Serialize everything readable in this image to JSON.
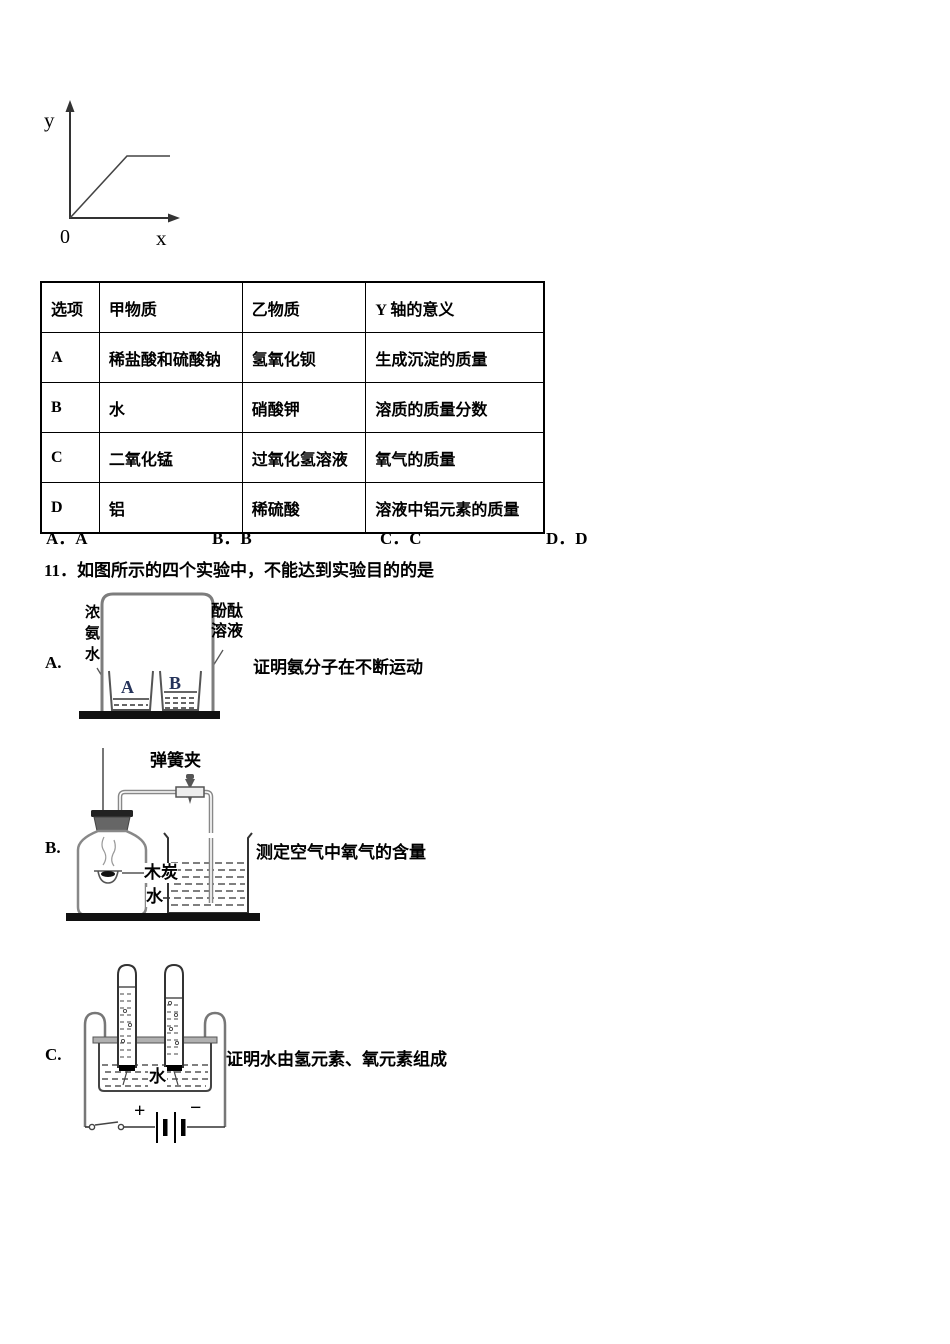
{
  "graph": {
    "y_axis_label": "y",
    "x_axis_label": "x",
    "origin_label": "0",
    "shape": "line rises linearly from origin then plateaus horizontally"
  },
  "table": {
    "headers": [
      "选项",
      "甲物质",
      "乙物质",
      "Y 轴的意义"
    ],
    "rows": [
      [
        "A",
        "稀盐酸和硫酸钠",
        "氢氧化钡",
        "生成沉淀的质量"
      ],
      [
        "B",
        "水",
        "硝酸钾",
        "溶质的质量分数"
      ],
      [
        "C",
        "二氧化锰",
        "过氧化氢溶液",
        "氧气的质量"
      ],
      [
        "D",
        "铝",
        "稀硫酸",
        "溶液中铝元素的质量"
      ]
    ]
  },
  "answer_options": {
    "a": "A．A",
    "b": "B．B",
    "c": "C．C",
    "d": "D．D"
  },
  "question11": {
    "text": "11．如图所示的四个实验中，不能达到实验目的的是"
  },
  "experiment_a": {
    "option_label": "A.",
    "reagent_left": "浓氨水",
    "reagent_right": "酚酞溶液",
    "beaker_a": "A",
    "beaker_b": "B",
    "caption": "证明氨分子在不断运动"
  },
  "experiment_b": {
    "option_label": "B.",
    "clamp_label": "弹簧夹",
    "charcoal_label": "木炭",
    "water_label": "水",
    "caption": "测定空气中氧气的含量"
  },
  "experiment_c": {
    "option_label": "C.",
    "water_label": "水",
    "plus_label": "+",
    "minus_label": "−",
    "caption": "证明水由氢元素、氧元素组成"
  }
}
